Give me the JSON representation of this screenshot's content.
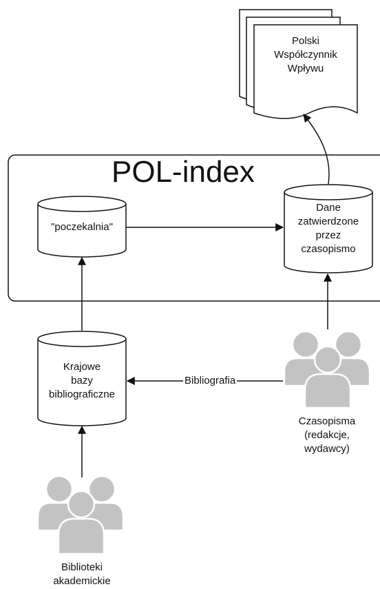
{
  "container": {
    "title": "POL-index"
  },
  "nodes": {
    "output_doc": {
      "lines": [
        "Polski",
        "Współczynnik",
        "Wpływu"
      ]
    },
    "waiting_room": {
      "label": "\"poczekalnia\""
    },
    "approved_data": {
      "lines": [
        "Dane",
        "zatwierdzone",
        "przez",
        "czasopismo"
      ]
    },
    "national_db": {
      "lines": [
        "Krajowe",
        "bazy",
        "bibliograficzne"
      ]
    },
    "journals": {
      "lines": [
        "Czasopisma",
        "(redakcje,",
        "wydawcy)"
      ]
    },
    "libraries": {
      "lines": [
        "Biblioteki",
        "akademickie"
      ]
    }
  },
  "edges": {
    "bibliography": "Bibliografia"
  },
  "colors": {
    "person": "#c3c3c3",
    "stroke": "#111111"
  }
}
